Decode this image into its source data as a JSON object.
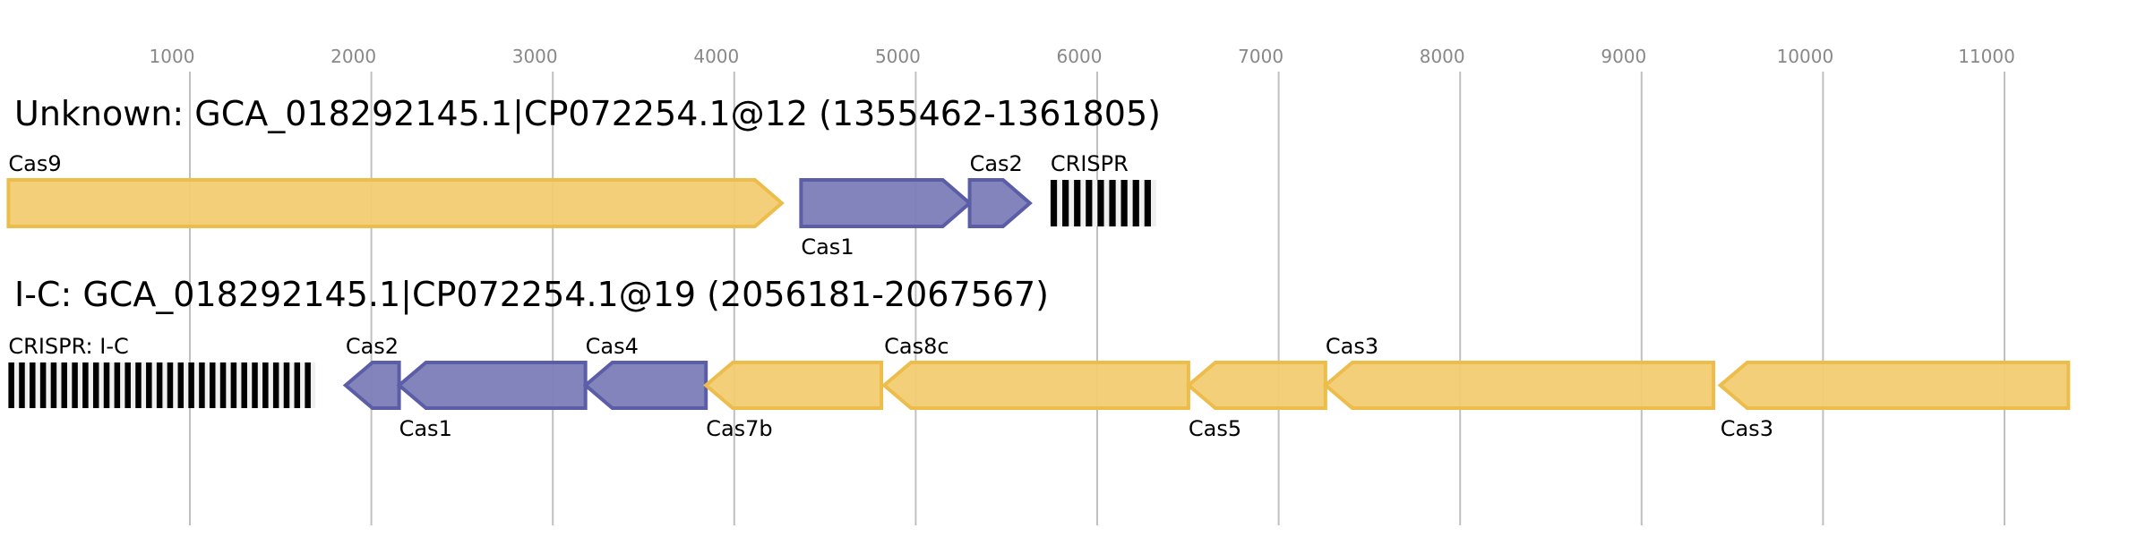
{
  "chart_data": {
    "type": "gene-map",
    "axis": {
      "unit": "bp",
      "range": [
        0,
        11600
      ],
      "ticks": [
        1000,
        2000,
        3000,
        4000,
        5000,
        6000,
        7000,
        8000,
        9000,
        10000,
        11000
      ],
      "grid": true
    },
    "colors": {
      "adaptation": "#7b7db7",
      "adaptation_stroke": "#5b5ea6",
      "effector": "#f2cc72",
      "effector_stroke": "#edbd4c",
      "crispr_dark": "#000000",
      "crispr_light": "#f0f0f0",
      "grid": "#c0c0c0",
      "tick_text": "#888888"
    },
    "loci": [
      {
        "title": "Unknown: GCA_018292145.1|CP072254.1@12 (1355462-1361805)",
        "features": [
          {
            "name": "Cas9",
            "type": "gene",
            "start": 0,
            "end": 4262,
            "strand": "+",
            "category": "effector",
            "label_pos": "above"
          },
          {
            "name": "Cas1",
            "type": "gene",
            "start": 4368,
            "end": 5297,
            "strand": "+",
            "category": "adaptation",
            "label_pos": "below"
          },
          {
            "name": "Cas2",
            "type": "gene",
            "start": 5297,
            "end": 5629,
            "strand": "+",
            "category": "adaptation",
            "label_pos": "above"
          },
          {
            "name": "CRISPR",
            "type": "crispr",
            "start": 5743,
            "end": 6325,
            "repeats": 9,
            "label_pos": "above"
          }
        ]
      },
      {
        "title": "I-C: GCA_018292145.1|CP072254.1@19 (2056181-2067567)",
        "features": [
          {
            "name": "CRISPR: I-C",
            "type": "crispr",
            "start": 0,
            "end": 1692,
            "repeats": 29,
            "label_pos": "above"
          },
          {
            "name": "Cas2",
            "type": "gene",
            "start": 1858,
            "end": 2153,
            "strand": "-",
            "category": "adaptation",
            "label_pos": "above"
          },
          {
            "name": "Cas1",
            "type": "gene",
            "start": 2153,
            "end": 3180,
            "strand": "-",
            "category": "adaptation",
            "label_pos": "below"
          },
          {
            "name": "Cas4",
            "type": "gene",
            "start": 3180,
            "end": 3844,
            "strand": "-",
            "category": "adaptation",
            "label_pos": "above"
          },
          {
            "name": "Cas7b",
            "type": "gene",
            "start": 3844,
            "end": 4811,
            "strand": "-",
            "category": "effector",
            "label_pos": "below"
          },
          {
            "name": "Cas8c",
            "type": "gene",
            "start": 4826,
            "end": 6503,
            "strand": "-",
            "category": "effector",
            "label_pos": "above"
          },
          {
            "name": "Cas5",
            "type": "gene",
            "start": 6503,
            "end": 7258,
            "strand": "-",
            "category": "effector",
            "label_pos": "below"
          },
          {
            "name": "Cas3",
            "type": "gene",
            "start": 7258,
            "end": 9396,
            "strand": "-",
            "category": "effector",
            "label_pos": "above"
          },
          {
            "name": "Cas3",
            "type": "gene",
            "start": 9434,
            "end": 11352,
            "strand": "-",
            "category": "effector",
            "label_pos": "below"
          }
        ]
      }
    ]
  }
}
